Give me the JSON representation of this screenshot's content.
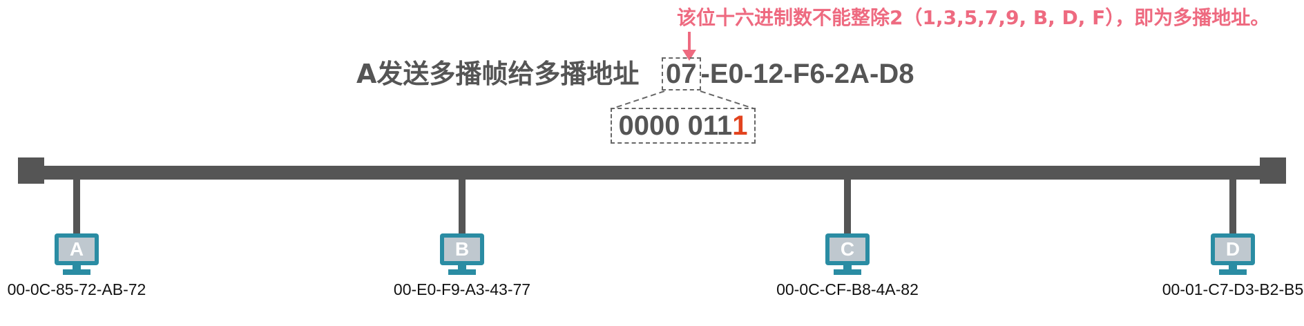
{
  "annotation": "该位十六进制数不能整除2（1,3,5,7,9, B, D, F），即为多播地址。",
  "title": "A发送多播帧给多播地址",
  "multicast_mac": {
    "first_byte": "07",
    "rest": "-E0-12-F6-2A-D8"
  },
  "binary": {
    "prefix": "0000 011",
    "last_bit": "1"
  },
  "hosts": [
    {
      "label": "A",
      "mac": "00-0C-85-72-AB-72"
    },
    {
      "label": "B",
      "mac": "00-E0-F9-A3-43-77"
    },
    {
      "label": "C",
      "mac": "00-0C-CF-B8-4A-82"
    },
    {
      "label": "D",
      "mac": "00-01-C7-D3-B2-B5"
    }
  ],
  "colors": {
    "annotation": "#ee6a80",
    "highlight_bit": "#e2431e",
    "bus": "#555555",
    "host_icon": "#2a8ca3"
  }
}
